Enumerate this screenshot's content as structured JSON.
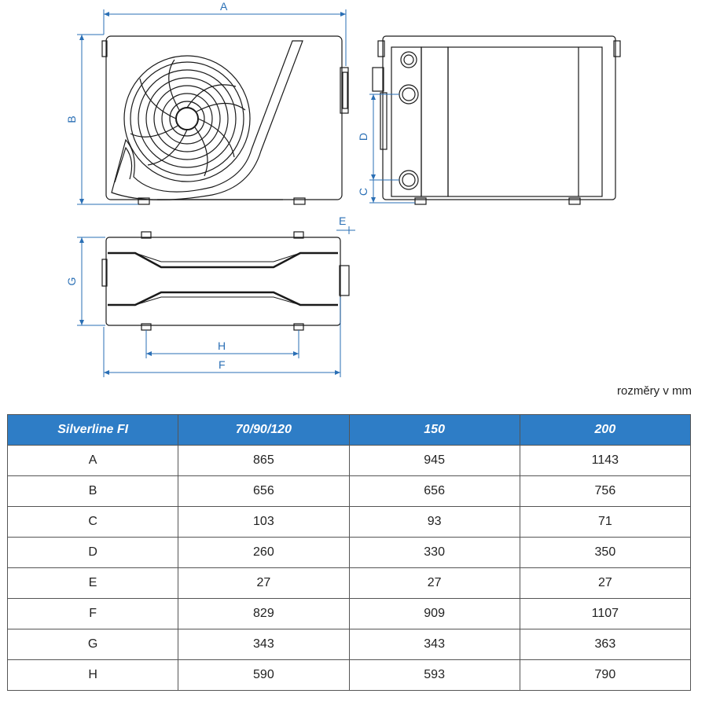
{
  "units_note": "rozměry v mm",
  "labels": {
    "A": "A",
    "B": "B",
    "C": "C",
    "D": "D",
    "E": "E",
    "F": "F",
    "G": "G",
    "H": "H"
  },
  "table": {
    "headers": [
      "Silverline FI",
      "70/90/120",
      "150",
      "200"
    ],
    "rows": [
      [
        "A",
        "865",
        "945",
        "1143"
      ],
      [
        "B",
        "656",
        "656",
        "756"
      ],
      [
        "C",
        "103",
        "93",
        "71"
      ],
      [
        "D",
        "260",
        "330",
        "350"
      ],
      [
        "E",
        "27",
        "27",
        "27"
      ],
      [
        "F",
        "829",
        "909",
        "1107"
      ],
      [
        "G",
        "343",
        "343",
        "363"
      ],
      [
        "H",
        "590",
        "593",
        "790"
      ]
    ]
  },
  "colors": {
    "dimension": "#2a6fb5",
    "header_bg": "#2e7dc6",
    "header_text": "#ffffff",
    "outline": "#1a1a1a"
  }
}
